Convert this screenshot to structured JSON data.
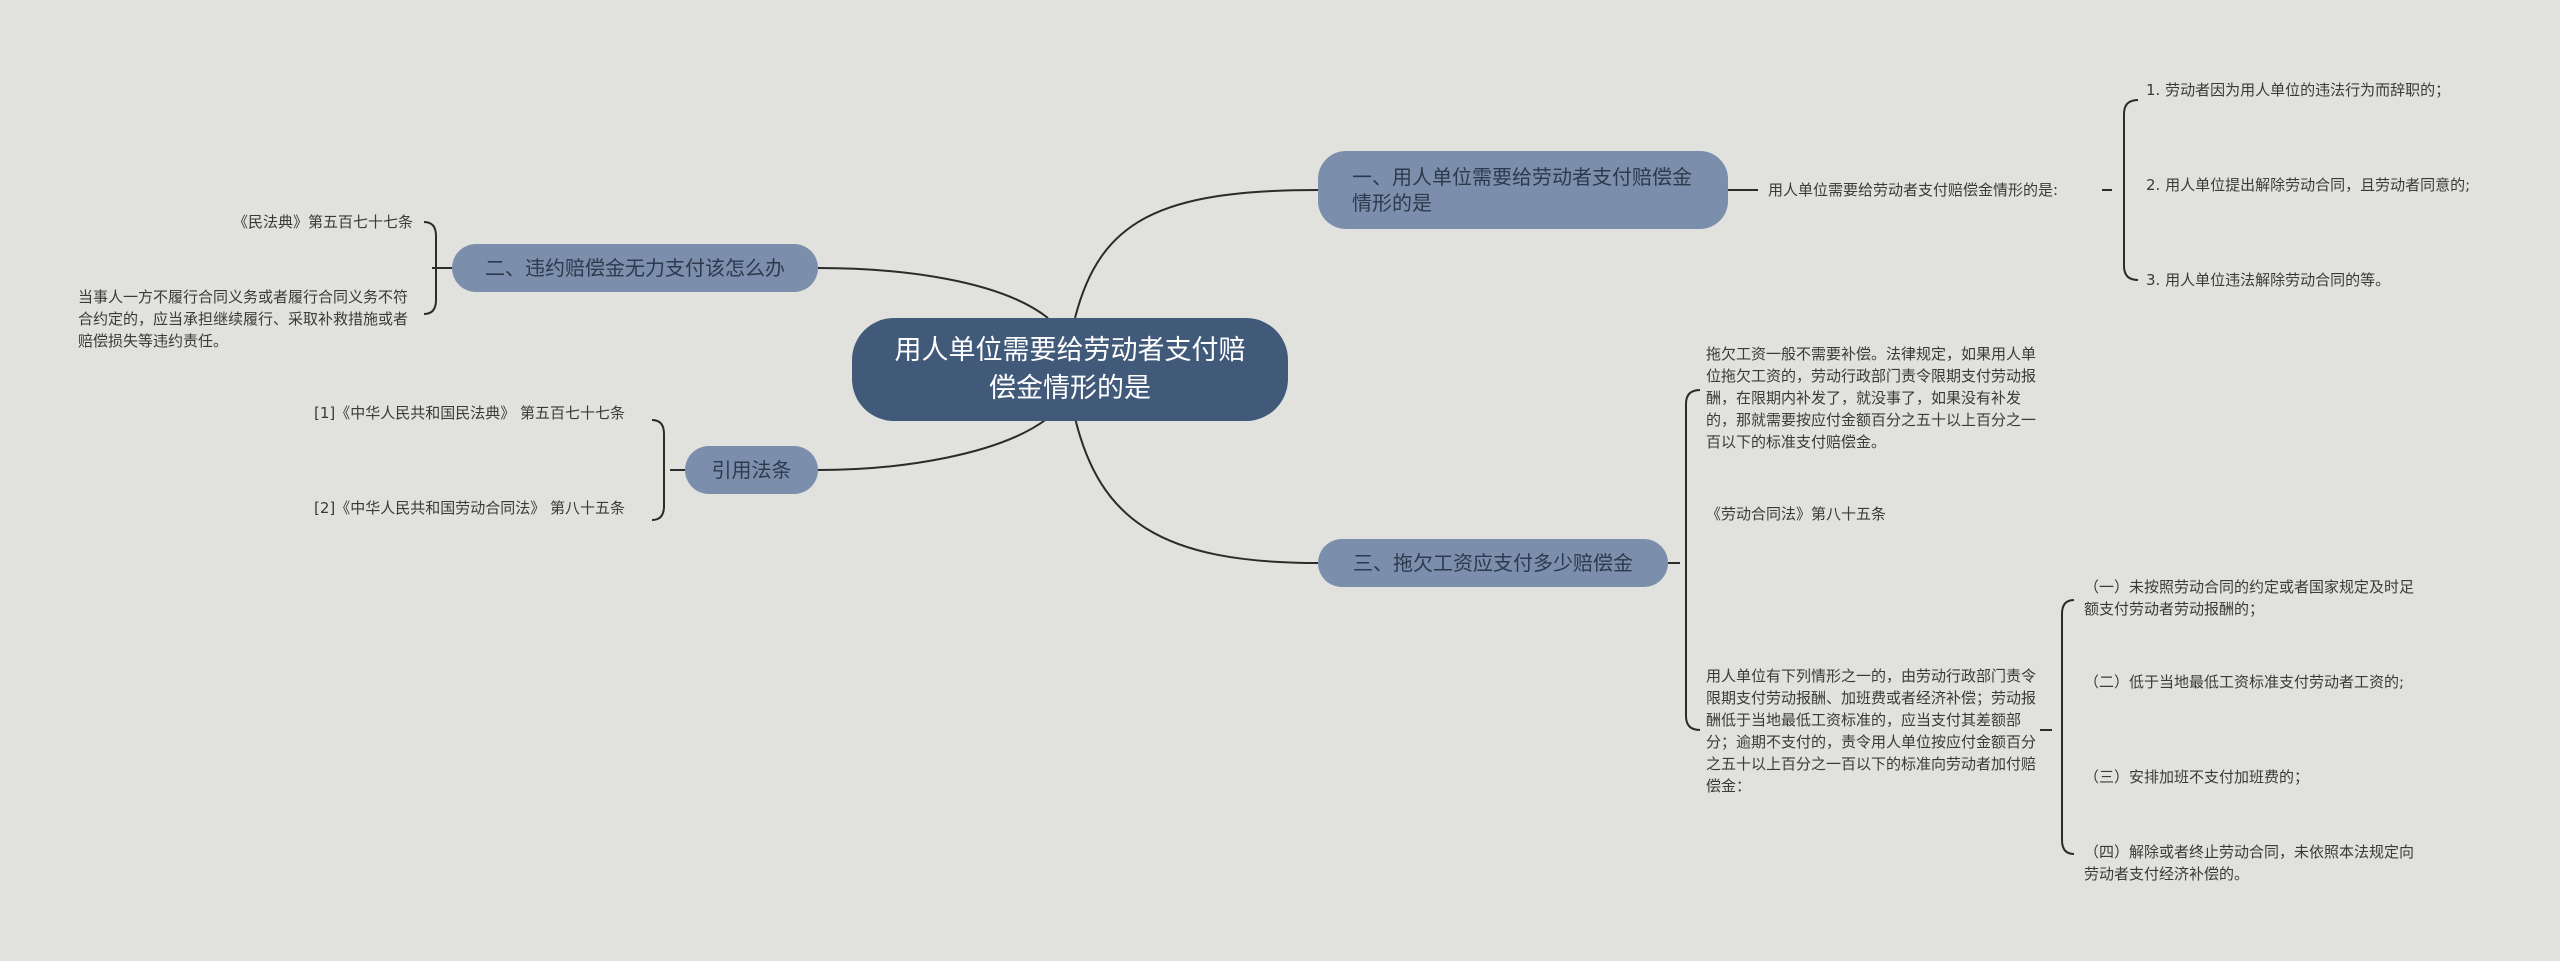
{
  "root": {
    "label": "用人单位需要给劳动者支付赔偿金情形的是"
  },
  "branch1": {
    "label": "一、用人单位需要给劳动者支付赔偿金情形的是",
    "child": "用人单位需要给劳动者支付赔偿金情形的是:",
    "items": [
      "1. 劳动者因为用人单位的违法行为而辞职的；",
      "2. 用人单位提出解除劳动合同，且劳动者同意的;",
      "3. 用人单位违法解除劳动合同的等。"
    ]
  },
  "branch2": {
    "label": "二、违约赔偿金无力支付该怎么办",
    "items": [
      "《民法典》第五百七十七条",
      "当事人一方不履行合同义务或者履行合同义务不符合约定的，应当承担继续履行、采取补救措施或者赔偿损失等违约责任。"
    ]
  },
  "branch3": {
    "label": "引用法条",
    "items": [
      "[1]《中华人民共和国民法典》 第五百七十七条",
      "[2]《中华人民共和国劳动合同法》 第八十五条"
    ]
  },
  "branch4": {
    "label": "三、拖欠工资应支付多少赔偿金",
    "items": [
      "拖欠工资一般不需要补偿。法律规定，如果用人单位拖欠工资的，劳动行政部门责令限期支付劳动报酬，在限期内补发了，就没事了，如果没有补发的，那就需要按应付金额百分之五十以上百分之一百以下的标准支付赔偿金。",
      "《劳动合同法》第八十五条",
      "用人单位有下列情形之一的，由劳动行政部门责令限期支付劳动报酬、加班费或者经济补偿；劳动报酬低于当地最低工资标准的，应当支付其差额部分；逾期不支付的，责令用人单位按应付金额百分之五十以上百分之一百以下的标准向劳动者加付赔偿金："
    ],
    "subitems": [
      "（一）未按照劳动合同的约定或者国家规定及时足额支付劳动者劳动报酬的；",
      "（二）低于当地最低工资标准支付劳动者工资的;",
      "（三）安排加班不支付加班费的；",
      "（四）解除或者终止劳动合同，未依照本法规定向劳动者支付经济补偿的。"
    ]
  },
  "colors": {
    "background": "#e1e1de",
    "root": "#425a7a",
    "branch": "#7b8eab",
    "line": "#2b2b2b"
  }
}
